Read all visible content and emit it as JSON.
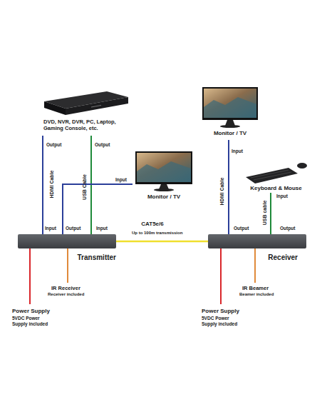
{
  "diagram": {
    "nodes": [
      {
        "text": [
          "DVD, NVR, DVR, PC, Laptop, Gaming Console, etc."
        ]
      },
      {
        "text": [
          "Monitor / TV"
        ]
      },
      {
        "text": [
          "Monitor / TV"
        ]
      },
      {
        "text": [
          "Keyboard & Mouse"
        ]
      },
      {
        "text": [
          "Transmitter"
        ]
      },
      {
        "text": [
          "Receiver"
        ]
      }
    ],
    "edges": [
      {
        "from": 0,
        "to": 4,
        "label": "HDMI Cable",
        "arrow": "none"
      },
      {
        "from": 0,
        "to": 4,
        "label": "USB Cable",
        "arrow": "none"
      },
      {
        "from": 4,
        "to": 2,
        "arrow": "none"
      },
      {
        "from": 4,
        "to": 5,
        "label": "CAT5e/6",
        "arrow": "none"
      },
      {
        "from": 5,
        "to": 1,
        "label": "HDMI Cable",
        "arrow": "none"
      },
      {
        "from": 5,
        "to": 3,
        "label": "USB cable",
        "arrow": "none"
      }
    ],
    "labels": [
      "Output",
      "Output",
      "Input",
      "Input",
      "Output",
      "Input",
      "Up to 100m transmission",
      "Input",
      "Input",
      "Output",
      "Output",
      "IR Receiver",
      "Receiver included",
      "IR Beamer",
      "Beamer included",
      "Power Supply",
      "5VDC Power Supply included",
      "Power Supply",
      "5VDC Power Supply included"
    ]
  }
}
